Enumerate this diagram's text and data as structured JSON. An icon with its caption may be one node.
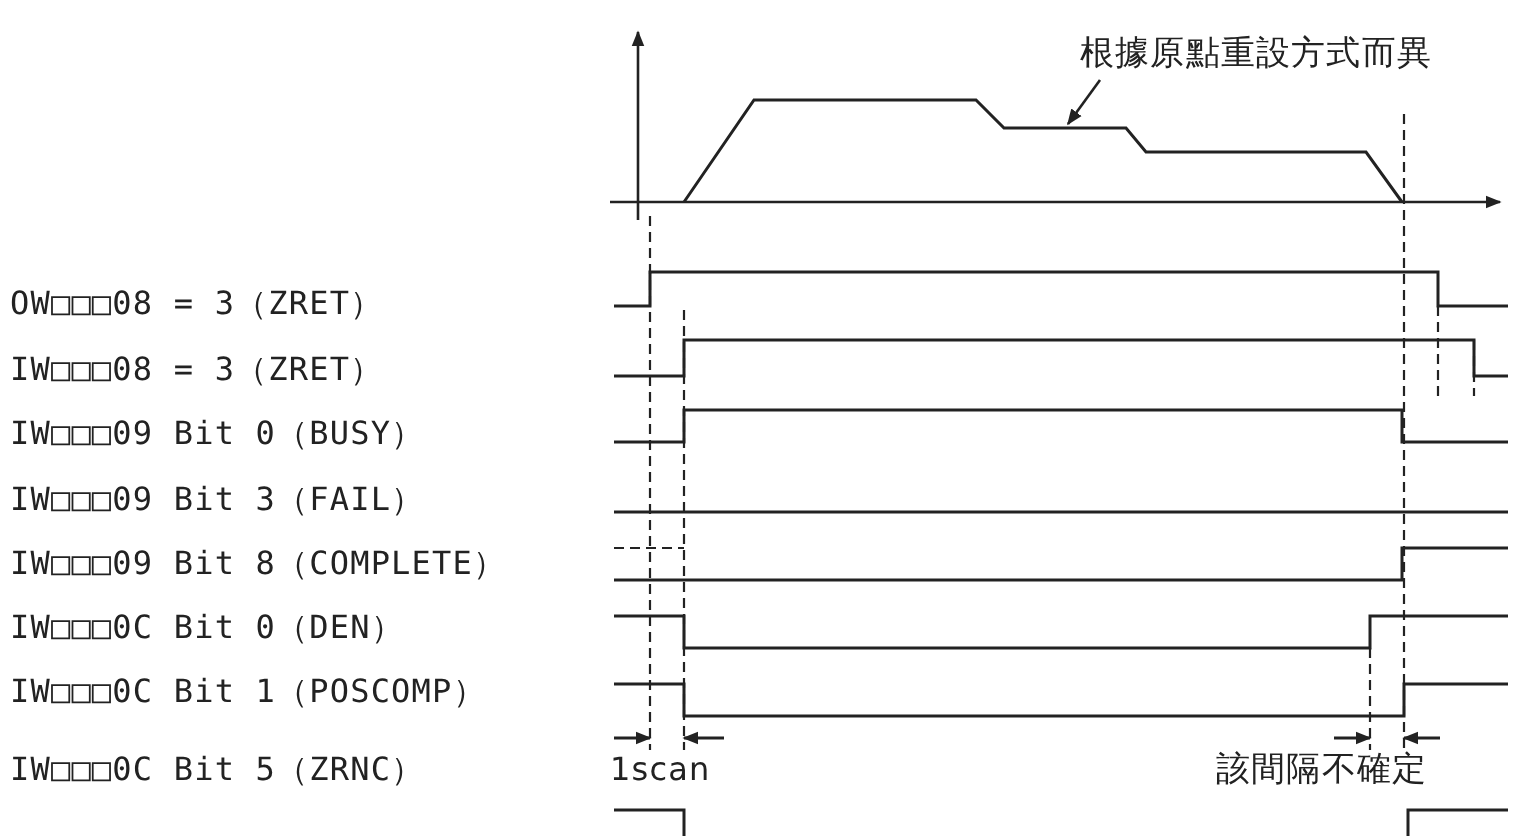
{
  "diagram": {
    "nodes": [
      {
        "text": [
          "根據原點重設方式而異"
        ]
      },
      {
        "text": [],
        "shape": "curve"
      }
    ],
    "edges": [
      {
        "from": 0,
        "to": 1,
        "arrow": "to"
      }
    ],
    "labels": [
      "OW□□□08 = 3（ZRET）",
      "IW□□□08 = 3（ZRET）",
      "IW□□□09 Bit 0（BUSY）",
      "IW□□□09 Bit 3（FAIL）",
      "IW□□□09 Bit 8（COMPLETE）",
      "IW□□□0C Bit 0（DEN）",
      "IW□□□0C Bit 1（POSCOMP）",
      "IW□□□0C Bit 5（ZRNC）",
      "1scan",
      "該間隔不確定"
    ]
  }
}
